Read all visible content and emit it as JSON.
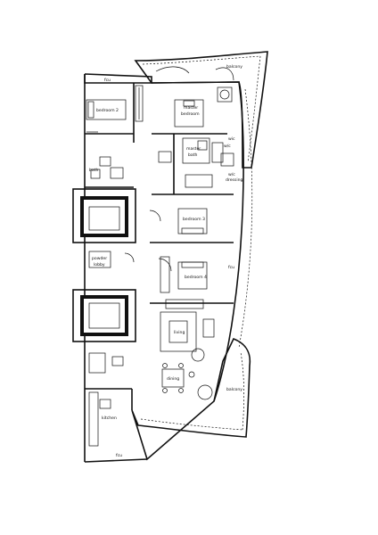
{
  "rooms": {
    "balcony_top": "balcony",
    "balcony_bottom": "balcony",
    "bedroom2": "bedroom 2",
    "master_bedroom_line1": "master",
    "master_bedroom_line2": "bedroom",
    "master_bath_line1": "master",
    "master_bath_line2": "bath",
    "wic_dressing_line1": "w/c",
    "wic_dressing_line2": "dressing",
    "bath": "bath",
    "bedroom3": "bedroom 3",
    "bedroom4": "bedroom 4",
    "powder_lobby_line1": "powder",
    "powder_lobby_line2": "lobby",
    "living": "living",
    "dining": "dining",
    "kitchen": "kitchen",
    "fcu_top": "fcu",
    "fcu_bottom": "fcu",
    "fcu_side": "fcu",
    "wic_upper": "wic"
  }
}
